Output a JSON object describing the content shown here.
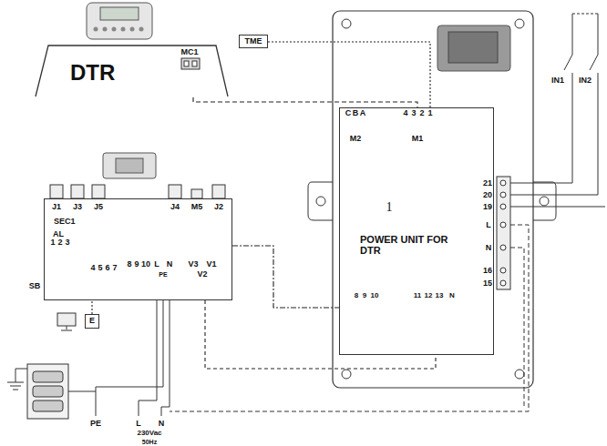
{
  "diagram": {
    "nodes": [
      {
        "text": [
          "DTR"
        ]
      },
      {
        "text": [
          "TME"
        ]
      },
      {
        "text": [
          "POWER UNIT FOR DTR"
        ]
      },
      {
        "text": [
          "SEC1"
        ]
      },
      {
        "text": [
          "E"
        ]
      }
    ],
    "edges": [
      {
        "from": 0,
        "to": 2,
        "arrow": "none"
      },
      {
        "from": 1,
        "to": 2,
        "arrow": "none"
      },
      {
        "from": 3,
        "to": 2,
        "arrow": "none"
      },
      {
        "from": 3,
        "to": 2,
        "arrow": "none"
      },
      {
        "from": 4,
        "to": 3,
        "arrow": "none"
      }
    ],
    "labels": [
      "MC1",
      "C",
      "B",
      "A",
      "M2",
      "4",
      "3",
      "2",
      "1",
      "M1",
      "1",
      "21",
      "20",
      "19",
      "L",
      "N",
      "16",
      "15",
      "8",
      "9",
      "10",
      "11",
      "12",
      "13",
      "N",
      "IN1",
      "IN2",
      "J1",
      "J3",
      "J5",
      "J4",
      "M5",
      "J2",
      "AL",
      "1",
      "2",
      "3",
      "4",
      "5",
      "6",
      "7",
      "8",
      "9",
      "10",
      "L",
      "N",
      "PE",
      "V3",
      "V1",
      "V2",
      "SB",
      "PE",
      "L",
      "N",
      "230Vac",
      "50Hz"
    ]
  }
}
